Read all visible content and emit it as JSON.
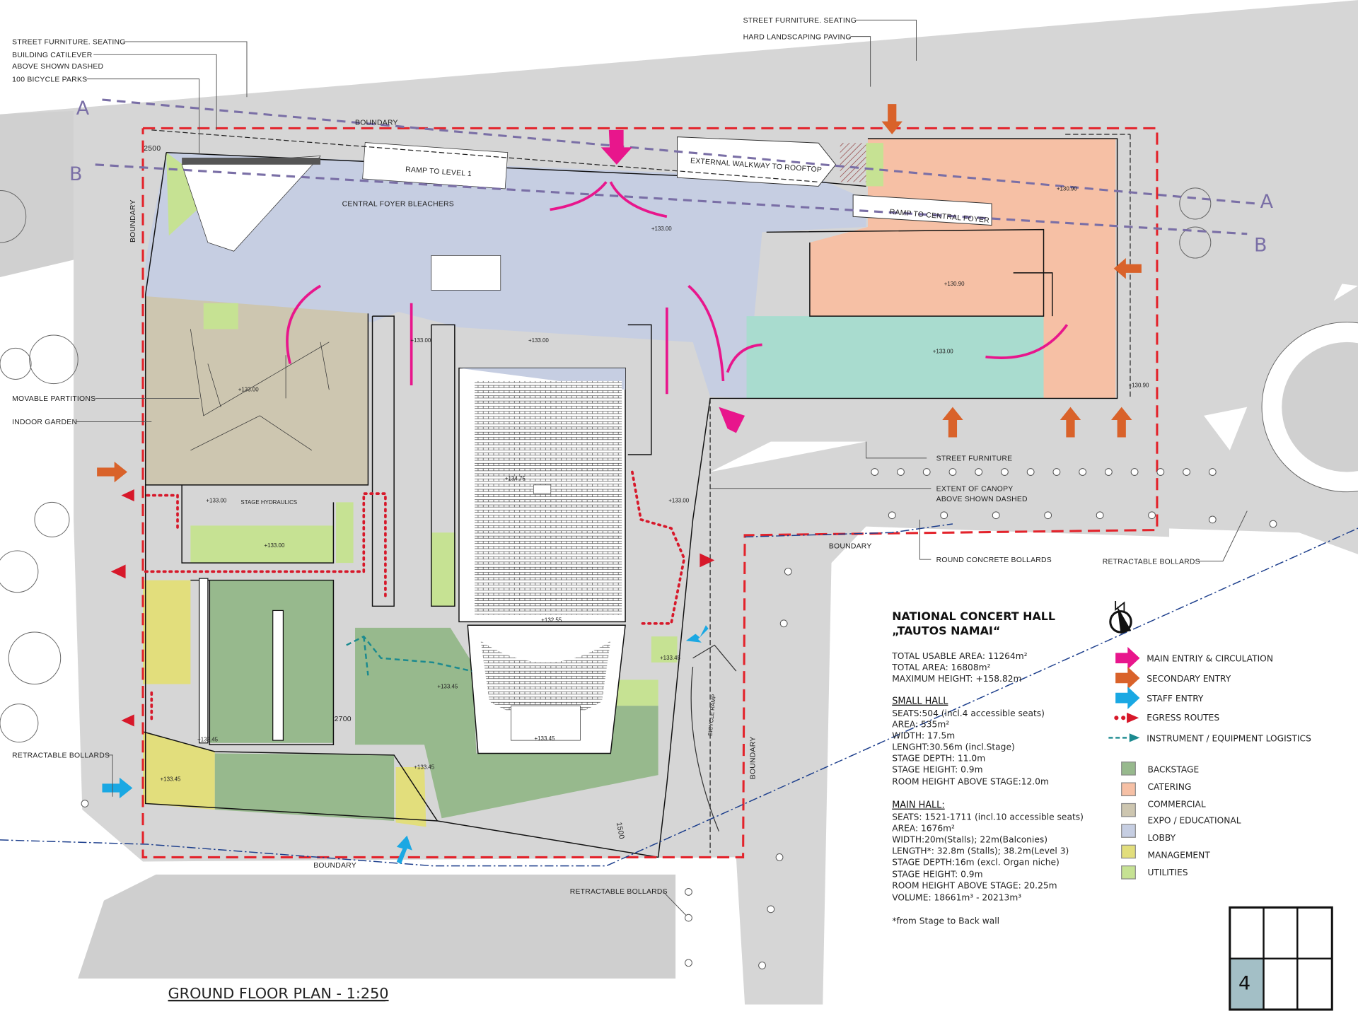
{
  "drawing_title": "GROUND FLOOR PLAN - 1:250",
  "sheet_number": "4",
  "colors": {
    "backstage": "#97b98d",
    "catering": "#f6c0a5",
    "commercial": "#cdc6b0",
    "expo": "#a9dccf",
    "lobby": "#c6cee2",
    "management": "#e2de7c",
    "utilities": "#c6e293",
    "paving": "#d6d6d6",
    "main_entry": "#e8168c",
    "secondary_entry": "#d9622a",
    "staff_entry": "#1aa8e3",
    "egress": "#d7182a",
    "logistics": "#1b8a8f",
    "boundary": "#e3232b"
  },
  "annotations": {
    "street_furniture_seating_left": "STREET FURNITURE. SEATING",
    "building_cantilever_1": "BUILDING CATILEVER",
    "building_cantilever_2": "ABOVE SHOWN DASHED",
    "bicycle_parks": "100 BICYCLE PARKS",
    "street_furniture_seating_top": "STREET FURNITURE. SEATING",
    "hard_landscaping": "HARD LANDSCAPING PAVING",
    "movable_partitions": "MOVABLE PARTITIONS",
    "indoor_garden": "INDOOR GARDEN",
    "retractable_bollards_left": "RETRACTABLE BOLLARDS",
    "retractable_bollards_bottom": "RETRACTABLE BOLLARDS",
    "retractable_bollards_right": "RETRACTABLE BOLLARDS",
    "street_furniture": "STREET FURNITURE",
    "canopy_1": "EXTENT OF CANOPY",
    "canopy_2": "ABOVE SHOWN DASHED",
    "round_bollards": "ROUND CONCRETE  BOLLARDS",
    "central_foyer_bleachers": "CENTRAL FOYER BLEACHERS",
    "ramp_level1": "RAMP TO LEVEL 1",
    "external_walkway": "EXTERNAL WALKWAY TO ROOFTOP",
    "ramp_central_foyer": "RAMP TO CENTRAL FOYER",
    "stage_hydraulics": "STAGE HYDRAULICS",
    "bicycle_ramp": "BICYCLE RAMP",
    "boundary": "BOUNDARY",
    "section_a": "A",
    "section_b": "B",
    "dim_2500": "2500",
    "dim_2700": "2700",
    "dim_1500": "1500"
  },
  "levels": [
    "+133.00",
    "+133.00",
    "+133.00",
    "+133.00",
    "+133.00",
    "+133.00",
    "+133.00",
    "+133.00",
    "+130.90",
    "+130.90",
    "+130.90",
    "+134.75",
    "+132.55",
    "+133.45",
    "+133.45",
    "+133.45",
    "+133.45",
    "+133.45",
    "+133.45"
  ],
  "info": {
    "title_line1": "NATIONAL CONCERT HALL",
    "title_line2": "„TAUTOS NAMAI“",
    "summary": [
      "TOTAL USABLE AREA: 11264m²",
      "TOTAL AREA: 16808m²",
      "MAXIMUM HEIGHT: +158.82m"
    ],
    "small_hall_heading": "SMALL HALL",
    "small_hall": [
      "SEATS:504 (incl.4 accessible seats)",
      "AREA: 535m²",
      "WIDTH: 17.5m",
      "LENGHT:30.56m (incl.Stage)",
      "STAGE DEPTH: 11.0m",
      "STAGE HEIGHT: 0.9m",
      "ROOM HEIGHT ABOVE STAGE:12.0m"
    ],
    "main_hall_heading": "MAIN HALL:",
    "main_hall": [
      "SEATS: 1521-1711 (incl.10 accessible seats)",
      "AREA: 1676m²",
      "WIDTH:20m(Stalls); 22m(Balconies)",
      "LENGTH*: 32.8m (Stalls); 38.2m(Level 3)",
      "STAGE DEPTH:16m (excl. Organ niche)",
      "STAGE HEIGHT: 0.9m",
      "ROOM HEIGHT ABOVE STAGE: 20.25m",
      "VOLUME: 18661m³ - 20213m³"
    ],
    "footnote": "*from Stage to Back wall"
  },
  "legend_arrows": [
    {
      "label": "MAIN ENTRIY & CIRCULATION",
      "icon": "pink-arrow"
    },
    {
      "label": "SECONDARY ENTRY",
      "icon": "orange-arrow"
    },
    {
      "label": "STAFF ENTRY",
      "icon": "blue-arrow"
    },
    {
      "label": "EGRESS ROUTES",
      "icon": "red-dotted-arrow"
    },
    {
      "label": "INSTRUMENT / EQUIPMENT LOGISTICS",
      "icon": "teal-dashed-arrow"
    }
  ],
  "legend_zones": [
    {
      "label": "BACKSTAGE",
      "color": "#97b98d"
    },
    {
      "label": "CATERING",
      "color": "#f6c0a5"
    },
    {
      "label": "COMMERCIAL",
      "color": "#cdc6b0"
    },
    {
      "label": "EXPO / EDUCATIONAL",
      "color": "#c6cee2"
    },
    {
      "label": "LOBBY",
      "color": "#c6cee2"
    },
    {
      "label": "MANAGEMENT",
      "color": "#e2de7c"
    },
    {
      "label": "UTILITIES",
      "color": "#c6e293"
    }
  ]
}
